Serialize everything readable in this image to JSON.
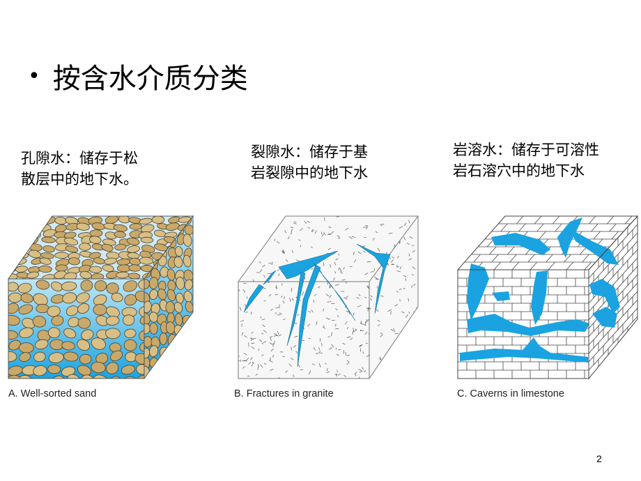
{
  "heading": {
    "bullet": "•",
    "text": "按含水介质分类"
  },
  "types": [
    {
      "desc_line1": "孔隙水：储存于松",
      "desc_line2": "散层中的地下水。",
      "caption": "A. Well-sorted sand"
    },
    {
      "desc_line1": "裂隙水：储存于基",
      "desc_line2": "岩裂隙中的地下水",
      "caption": "B. Fractures in granite"
    },
    {
      "desc_line1": "岩溶水：储存于可溶性",
      "desc_line2": "岩石溶穴中的地下水",
      "caption": "C. Caverns in limestone"
    }
  ],
  "colors": {
    "water": "#1aa3e0",
    "sand_fill": "#d8bf86",
    "sand_stroke": "#4a3f2a",
    "rock_line": "#333333"
  },
  "page_number": "2"
}
